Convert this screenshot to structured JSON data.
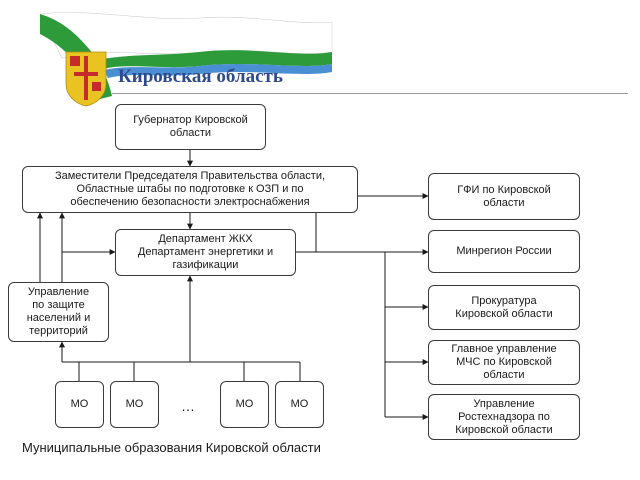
{
  "header": {
    "title": "Кировская область",
    "flag_colors": [
      "#ffffff",
      "#2e9b3a",
      "#4a8fd4"
    ],
    "emblem_colors": [
      "#e8c322",
      "#c62b2b"
    ]
  },
  "nodes": {
    "governor": "Губернатор Кировской\nобласти",
    "deputies": "Заместители Председателя Правительства области,\nОбластные штабы по подготовке к ОЗП и по\nобеспечению безопасности электроснабжения",
    "department": "Департамент ЖКХ\nДепартамент энергетики и\nгазификации",
    "protection": "Управление\nпо защите\nнаселений и\nтерриторий",
    "gfi": "ГФИ по Кировской\nобласти",
    "minregion": "Минрегион России",
    "prosecutor": "Прокуратура\nКировской области",
    "mchs": "Главное управление\nМЧС по Кировской\nобласти",
    "rostekh": "Управление\nРостехнадзора по\nКировской области",
    "mo_1": "МО",
    "mo_2": "МО",
    "mo_3": "МО",
    "mo_4": "МО",
    "mo_ellipsis": "…"
  },
  "footer": {
    "label": "Муниципальные образования Кировской области"
  }
}
